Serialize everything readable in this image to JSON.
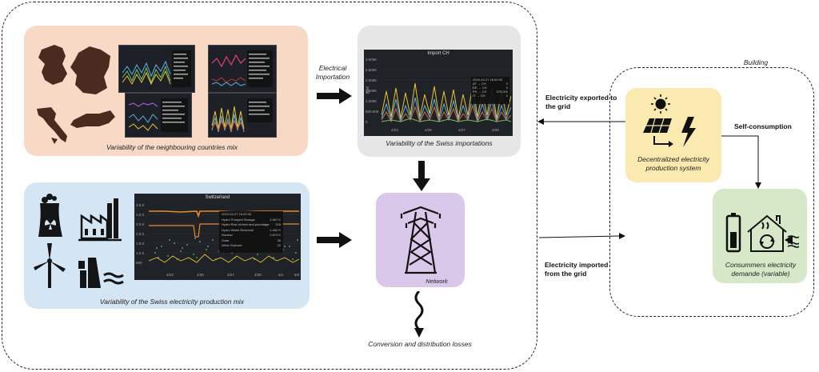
{
  "labels": {
    "building": "Building",
    "neighbour_caption": "Variability of the neighbouring countries mix",
    "electrical_importation": "Electrical Importation",
    "swiss_import_caption": "Variability of the Swiss importations",
    "swiss_production_caption": "Variability of the Swiss electricity production mix",
    "network_caption": "Network",
    "losses_caption": "Conversion and distribution losses",
    "exported": "Electricity exported to the grid",
    "imported": "Electricity imported from the grid",
    "self_consumption": "Self-consumption",
    "decentralized": "Decentralized electricity production system",
    "consumers": "Consummers electricity demande (variable)"
  },
  "import_chart": {
    "title": "Import CH",
    "tooltip_time": "2019-04-27 16:00:00",
    "legend": [
      {
        "name": "AT → CH",
        "value": "0",
        "color": "#e9c43a"
      },
      {
        "name": "DE → CH",
        "value": "0",
        "color": "#6ac26a"
      },
      {
        "name": "FR → CH",
        "value": "379.000",
        "color": "#5fb0e0"
      },
      {
        "name": "IT → CH",
        "value": "0",
        "color": "#e06a3a"
      }
    ],
    "y_ticks": [
      "3.000K",
      "2.500K",
      "2.000K",
      "1.500K",
      "1.000K",
      "500.000",
      "0"
    ],
    "y_label": "[kW]",
    "x_ticks": [
      "4/23",
      "4/25",
      "4/27",
      "4/29"
    ]
  },
  "swiss_chart": {
    "title": "Switzerland",
    "tooltip_time": "2019-04-27 16:00:00",
    "legend": [
      {
        "name": "Hydro Pumped Storage",
        "value": "1.567 K",
        "color": "#e9c43a"
      },
      {
        "name": "Hydro Run-of-river and poundage",
        "value": "215",
        "color": "#6ac26a"
      },
      {
        "name": "Hydro Water Reservoir",
        "value": "1.452 K",
        "color": "#5fb0e0"
      },
      {
        "name": "Nuclear",
        "value": "2.873 K",
        "color": "#e98a2f"
      },
      {
        "name": "Solar",
        "value": "36",
        "color": "#c9a0e0"
      },
      {
        "name": "Wind Onshore",
        "value": "22",
        "color": "#9ad0e0"
      }
    ],
    "y_ticks": [
      "3.5 K",
      "3.0 K",
      "2.5 K",
      "2.0 K",
      "1.5 K",
      "1.0 K",
      "500"
    ],
    "x_ticks": [
      "4/23",
      "4/25",
      "4/27",
      "4/29",
      "5/1",
      "5/3"
    ]
  }
}
